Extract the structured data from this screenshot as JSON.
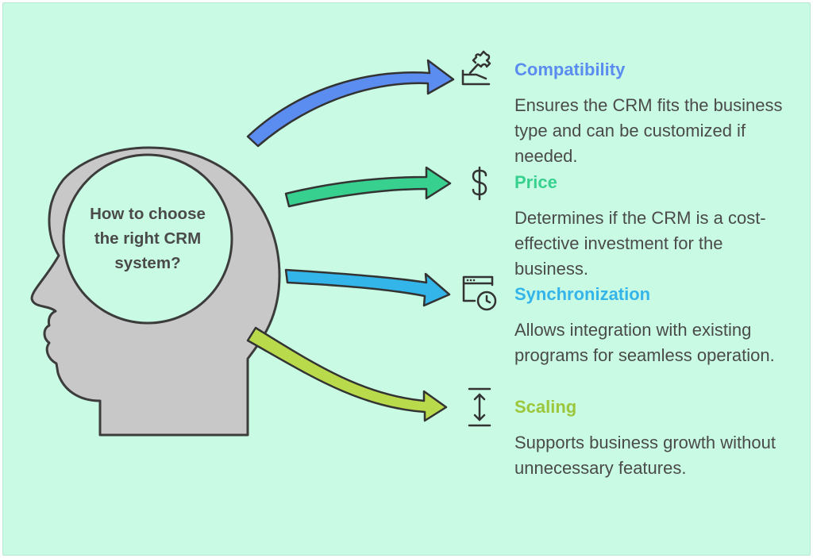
{
  "center": {
    "title": "How to choose the right CRM system?"
  },
  "colors": {
    "background": "#c9fbe4",
    "head_fill": "#c8c8c8",
    "compatibility": "#5b8cf0",
    "price": "#37d08f",
    "synchronization": "#33b5ea",
    "scaling": "#9cc63c"
  },
  "items": [
    {
      "title": "Compatibility",
      "icon": "puzzle-hand-icon",
      "description": "Ensures the CRM fits the business type and can be customized if needed."
    },
    {
      "title": "Price",
      "icon": "dollar-icon",
      "description": "Determines if the CRM is a cost-effective investment for the business."
    },
    {
      "title": "Synchronization",
      "icon": "window-clock-icon",
      "description": "Allows integration with existing programs for seamless operation."
    },
    {
      "title": "Scaling",
      "icon": "vertical-resize-icon",
      "description": "Supports business growth without unnecessary features."
    }
  ]
}
